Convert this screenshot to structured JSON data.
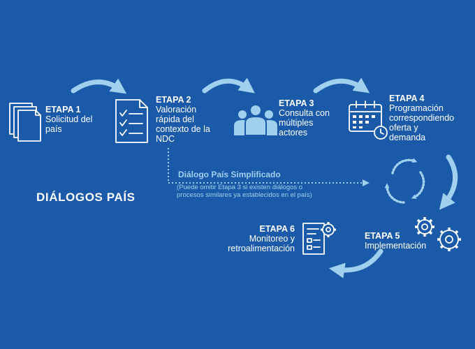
{
  "title": "DIÁLOGOS PAÍS",
  "colors": {
    "background": "#1a5aa8",
    "accent_light": "#9fd0ee",
    "text": "#ffffff"
  },
  "stages": [
    {
      "heading": "ETAPA 1",
      "text": "Solicitud del\npaís",
      "icon": "documents-icon"
    },
    {
      "heading": "ETAPA 2",
      "text": "Valoración\nrápida del\ncontexto de la\nNDC",
      "icon": "checklist-icon"
    },
    {
      "heading": "ETAPA 3",
      "text": "Consulta con\nmúltiples\nactores",
      "icon": "people-group-icon"
    },
    {
      "heading": "ETAPA 4",
      "text": "Programación\ncorrespondiendo\noferta y\ndemanda",
      "icon": "calendar-clock-icon"
    },
    {
      "heading": "ETAPA 5",
      "text": "Implementación",
      "icon": "gears-icon"
    },
    {
      "heading": "ETAPA 6",
      "text": "Monitoreo y\nretroalimentación",
      "icon": "report-gear-icon"
    }
  ],
  "simplified": {
    "title": "Diálogo País Simplificado",
    "note": "(Puede omitir Etapa 3 si existen diálogos o\nprocesos similares ya establecidos en el país)"
  }
}
